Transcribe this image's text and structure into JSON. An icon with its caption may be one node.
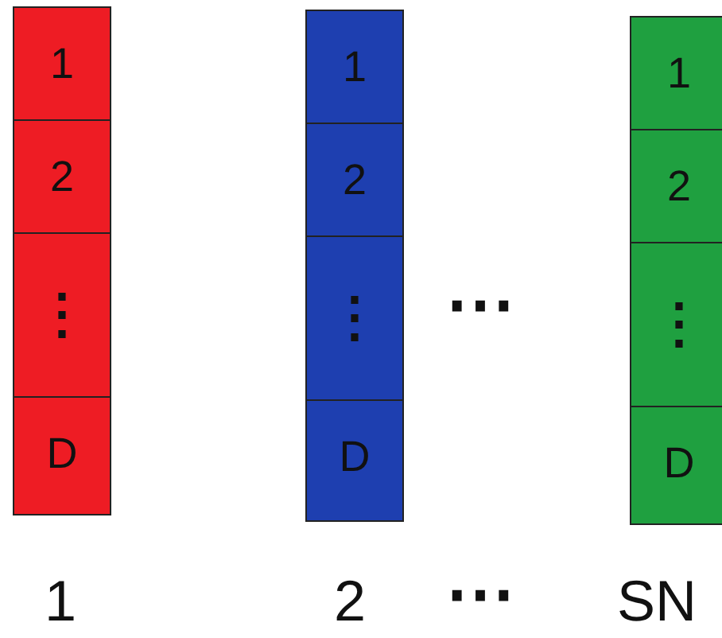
{
  "diagram": {
    "nodes": [
      {
        "text": [],
        "shape": "bar"
      },
      {
        "text": [
          "1"
        ],
        "in": 0
      },
      {
        "text": [
          "2"
        ],
        "in": 0
      },
      {
        "text": [
          "⋮"
        ],
        "in": 0
      },
      {
        "text": [
          "D"
        ],
        "in": 0
      },
      {
        "text": [],
        "shape": "bar"
      },
      {
        "text": [
          "1"
        ],
        "in": 5
      },
      {
        "text": [
          "2"
        ],
        "in": 5
      },
      {
        "text": [
          "⋮"
        ],
        "in": 5
      },
      {
        "text": [
          "D"
        ],
        "in": 5
      },
      {
        "text": [],
        "shape": "bar"
      },
      {
        "text": [
          "1"
        ],
        "in": 10
      },
      {
        "text": [
          "2"
        ],
        "in": 10
      },
      {
        "text": [
          "⋮"
        ],
        "in": 10
      },
      {
        "text": [
          "D"
        ],
        "in": 10
      }
    ],
    "edges": [],
    "labels": [
      "⋯",
      "1",
      "2",
      "⋯",
      "SN"
    ]
  }
}
